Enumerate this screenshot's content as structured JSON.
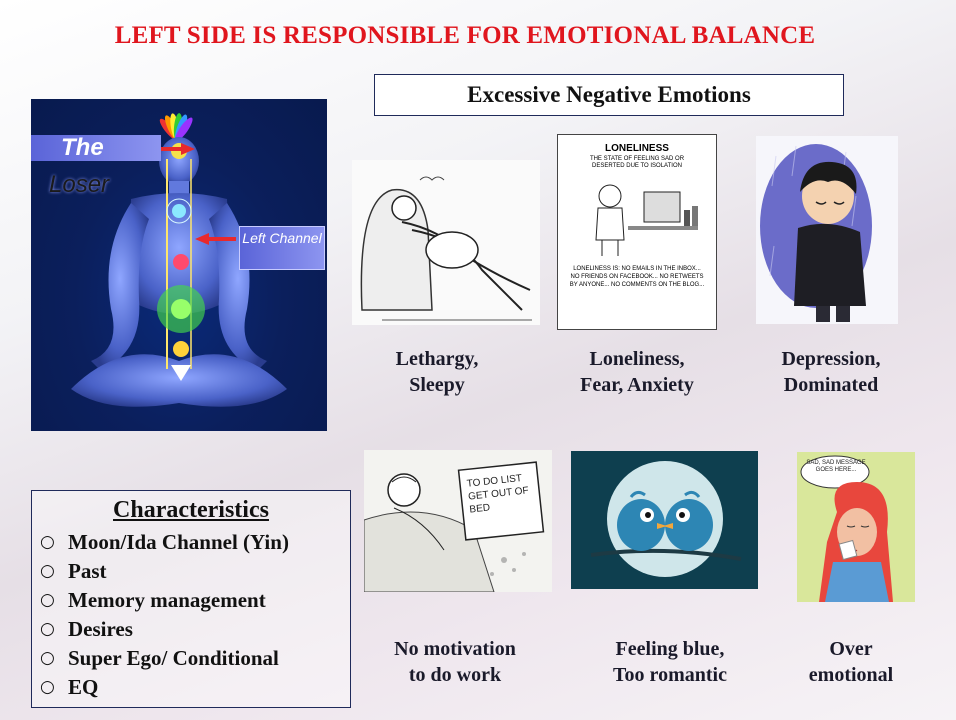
{
  "title": "LEFT SIDE IS RESPONSIBLE FOR EMOTIONAL BALANCE",
  "section_heading": "Excessive Negative Emotions",
  "yogi_panel": {
    "tag_top": "The",
    "tag_top_sub": "Loser",
    "tag_side": "Left Channel"
  },
  "illustrations": [
    {
      "caption_line1": "Lethargy,",
      "caption_line2": "Sleepy"
    },
    {
      "caption_line1": "Loneliness,",
      "caption_line2": "Fear, Anxiety",
      "comic_title": "LONELINESS",
      "comic_sub": "THE STATE OF FEELING SAD OR DESERTED DUE TO ISOLATION",
      "comic_body": "LONELINESS IS: NO EMAILS IN THE INBOX... NO FRIENDS ON FACEBOOK... NO RETWEETS BY ANYONE... NO COMMENTS ON THE BLOG..."
    },
    {
      "caption_line1": "Depression,",
      "caption_line2": "Dominated"
    },
    {
      "caption_line1": "No motivation",
      "caption_line2": "to do work",
      "note_text": "TO DO LIST GET OUT OF BED"
    },
    {
      "caption_line1": "Feeling blue,",
      "caption_line2": "Too romantic"
    },
    {
      "caption_line1": "Over",
      "caption_line2": "emotional",
      "bubble_text": "SAD, SAD MESSAGE GOES HERE..."
    }
  ],
  "characteristics": {
    "heading": "Characteristics",
    "items": [
      "Moon/Ida Channel (Yin)",
      "Past",
      "Memory management",
      "Desires",
      "Super Ego/ Conditional",
      "EQ"
    ]
  },
  "colors": {
    "title_red": "#e0161e",
    "panel_navy": "#0b1f5c",
    "border_navy": "#1f2a5a"
  }
}
